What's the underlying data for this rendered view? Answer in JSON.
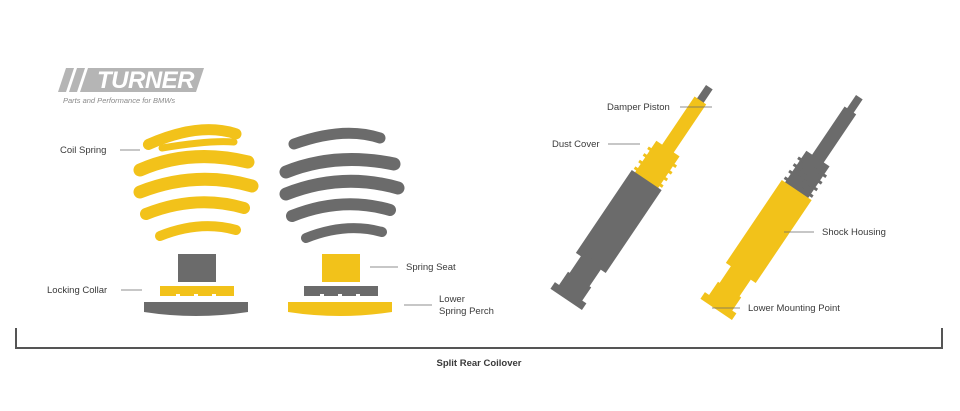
{
  "logo": {
    "wordmark": "TURNER",
    "tagline": "Parts and Performance for BMWs"
  },
  "labels": {
    "coil_spring": "Coil Spring",
    "locking_collar": "Locking Collar",
    "spring_seat": "Spring Seat",
    "lower_spring_perch_line1": "Lower",
    "lower_spring_perch_line2": "Spring Perch",
    "damper_piston": "Damper Piston",
    "dust_cover": "Dust Cover",
    "shock_housing": "Shock Housing",
    "lower_mounting_point": "Lower Mounting Point"
  },
  "caption": "Split Rear Coilover",
  "colors": {
    "accent_yellow": "#f2c21a",
    "dark_gray": "#6b6b6b",
    "logo_gray": "#b5b5b5",
    "text": "#3a3a3a"
  }
}
